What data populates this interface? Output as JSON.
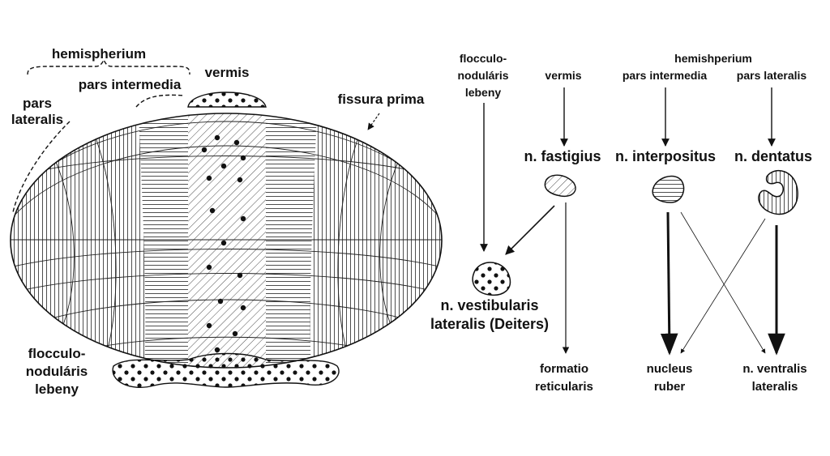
{
  "left": {
    "hemispherium": "hemispherium",
    "pars_intermedia": "pars intermedia",
    "vermis": "vermis",
    "pars_lateralis": [
      "pars",
      "lateralis"
    ],
    "fissura_prima": "fissura prima",
    "flocculonodularis": [
      "flocculo-",
      "noduláris",
      "lebeny"
    ]
  },
  "right": {
    "sources": {
      "flocculonodularis": [
        "flocculo-",
        "noduláris",
        "lebeny"
      ],
      "vermis": "vermis",
      "hemisphere_title": "hemishperium",
      "pars_intermedia": "pars intermedia",
      "pars_lateralis": "pars lateralis"
    },
    "nuclei": {
      "fastigius": "n. fastigius",
      "interpositus": "n. interpositus",
      "dentatus": "n. dentatus",
      "vestibularis": [
        "n. vestibularis",
        "lateralis (Deiters)"
      ]
    },
    "targets": {
      "formatio": [
        "formatio",
        "reticularis"
      ],
      "nucleus_ruber": [
        "nucleus",
        "ruber"
      ],
      "ventralis": [
        "n. ventralis",
        "lateralis"
      ]
    }
  },
  "colors": {
    "ink": "#111111",
    "background": "#ffffff"
  }
}
